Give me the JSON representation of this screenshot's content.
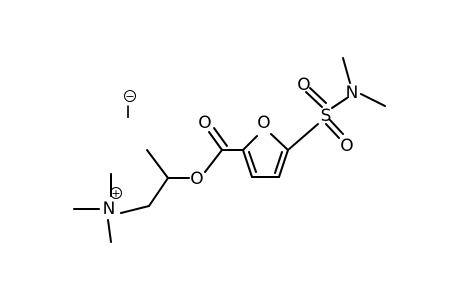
{
  "molecule": {
    "atoms": {
      "iodide": "I",
      "iodide_charge": "−",
      "nitrogen_ammonium": "N",
      "ammonium_charge": "+",
      "ester_oxygen_carbonyl": "O",
      "ester_oxygen_link": "O",
      "furan_oxygen": "O",
      "sulfur": "S",
      "sulfonyl_oxygen_top": "O",
      "sulfonyl_oxygen_bottom": "O",
      "sulfonamide_nitrogen": "N"
    }
  }
}
